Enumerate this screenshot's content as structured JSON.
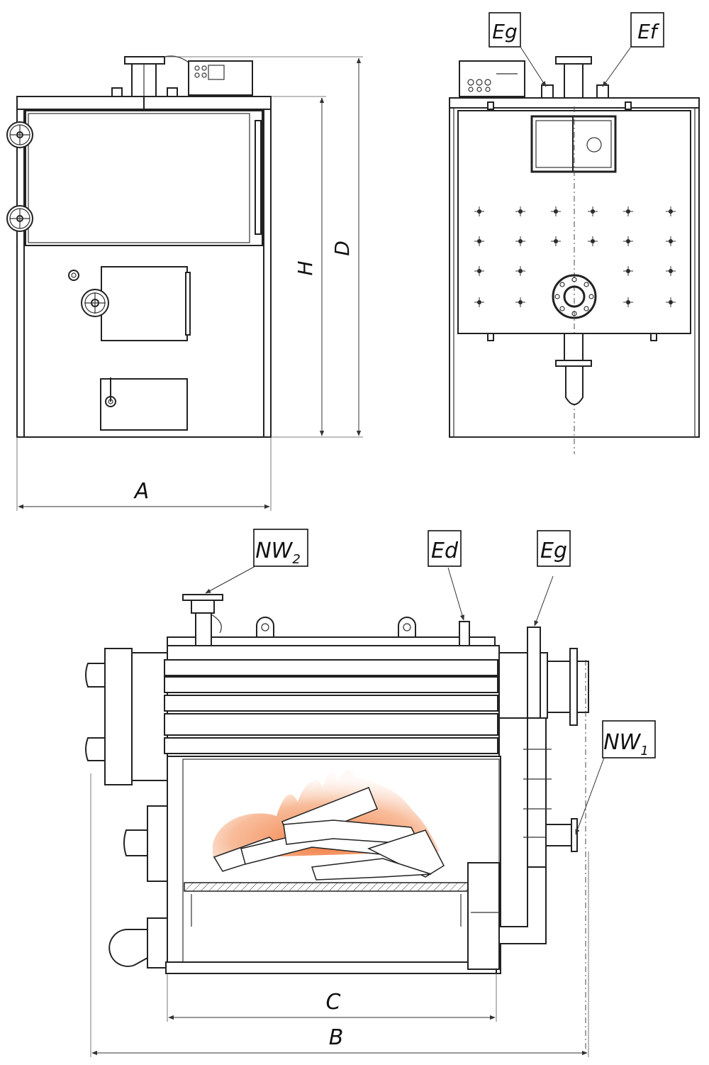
{
  "views": {
    "front": {
      "dimension_labels": {
        "width": "A",
        "height": "H",
        "depth": "D"
      }
    },
    "rear": {
      "callouts": {
        "flue_gas": "Eg",
        "flow": "Ef"
      }
    },
    "section": {
      "callouts": {
        "nw2": "NW",
        "nw2_sub": "2",
        "ed": "Ed",
        "eg": "Eg",
        "nw1": "NW",
        "nw1_sub": "1"
      },
      "dimension_labels": {
        "inner_length": "C",
        "overall_length": "B"
      }
    }
  },
  "colors": {
    "flame": "#f28a4b",
    "line": "#222222",
    "background": "#ffffff"
  }
}
